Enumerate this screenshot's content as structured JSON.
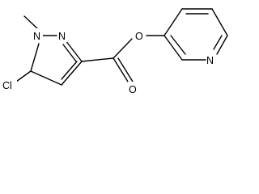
{
  "molecule": {
    "atoms": {
      "n1": "N",
      "n2": "N",
      "chlorine": "Cl",
      "ester_oxygen": "O",
      "carbonyl_oxygen": "O",
      "pyridine_nitrogen": "N"
    },
    "colors": {
      "bond": "#000000",
      "label": "#000000",
      "background": "#ffffff"
    }
  }
}
